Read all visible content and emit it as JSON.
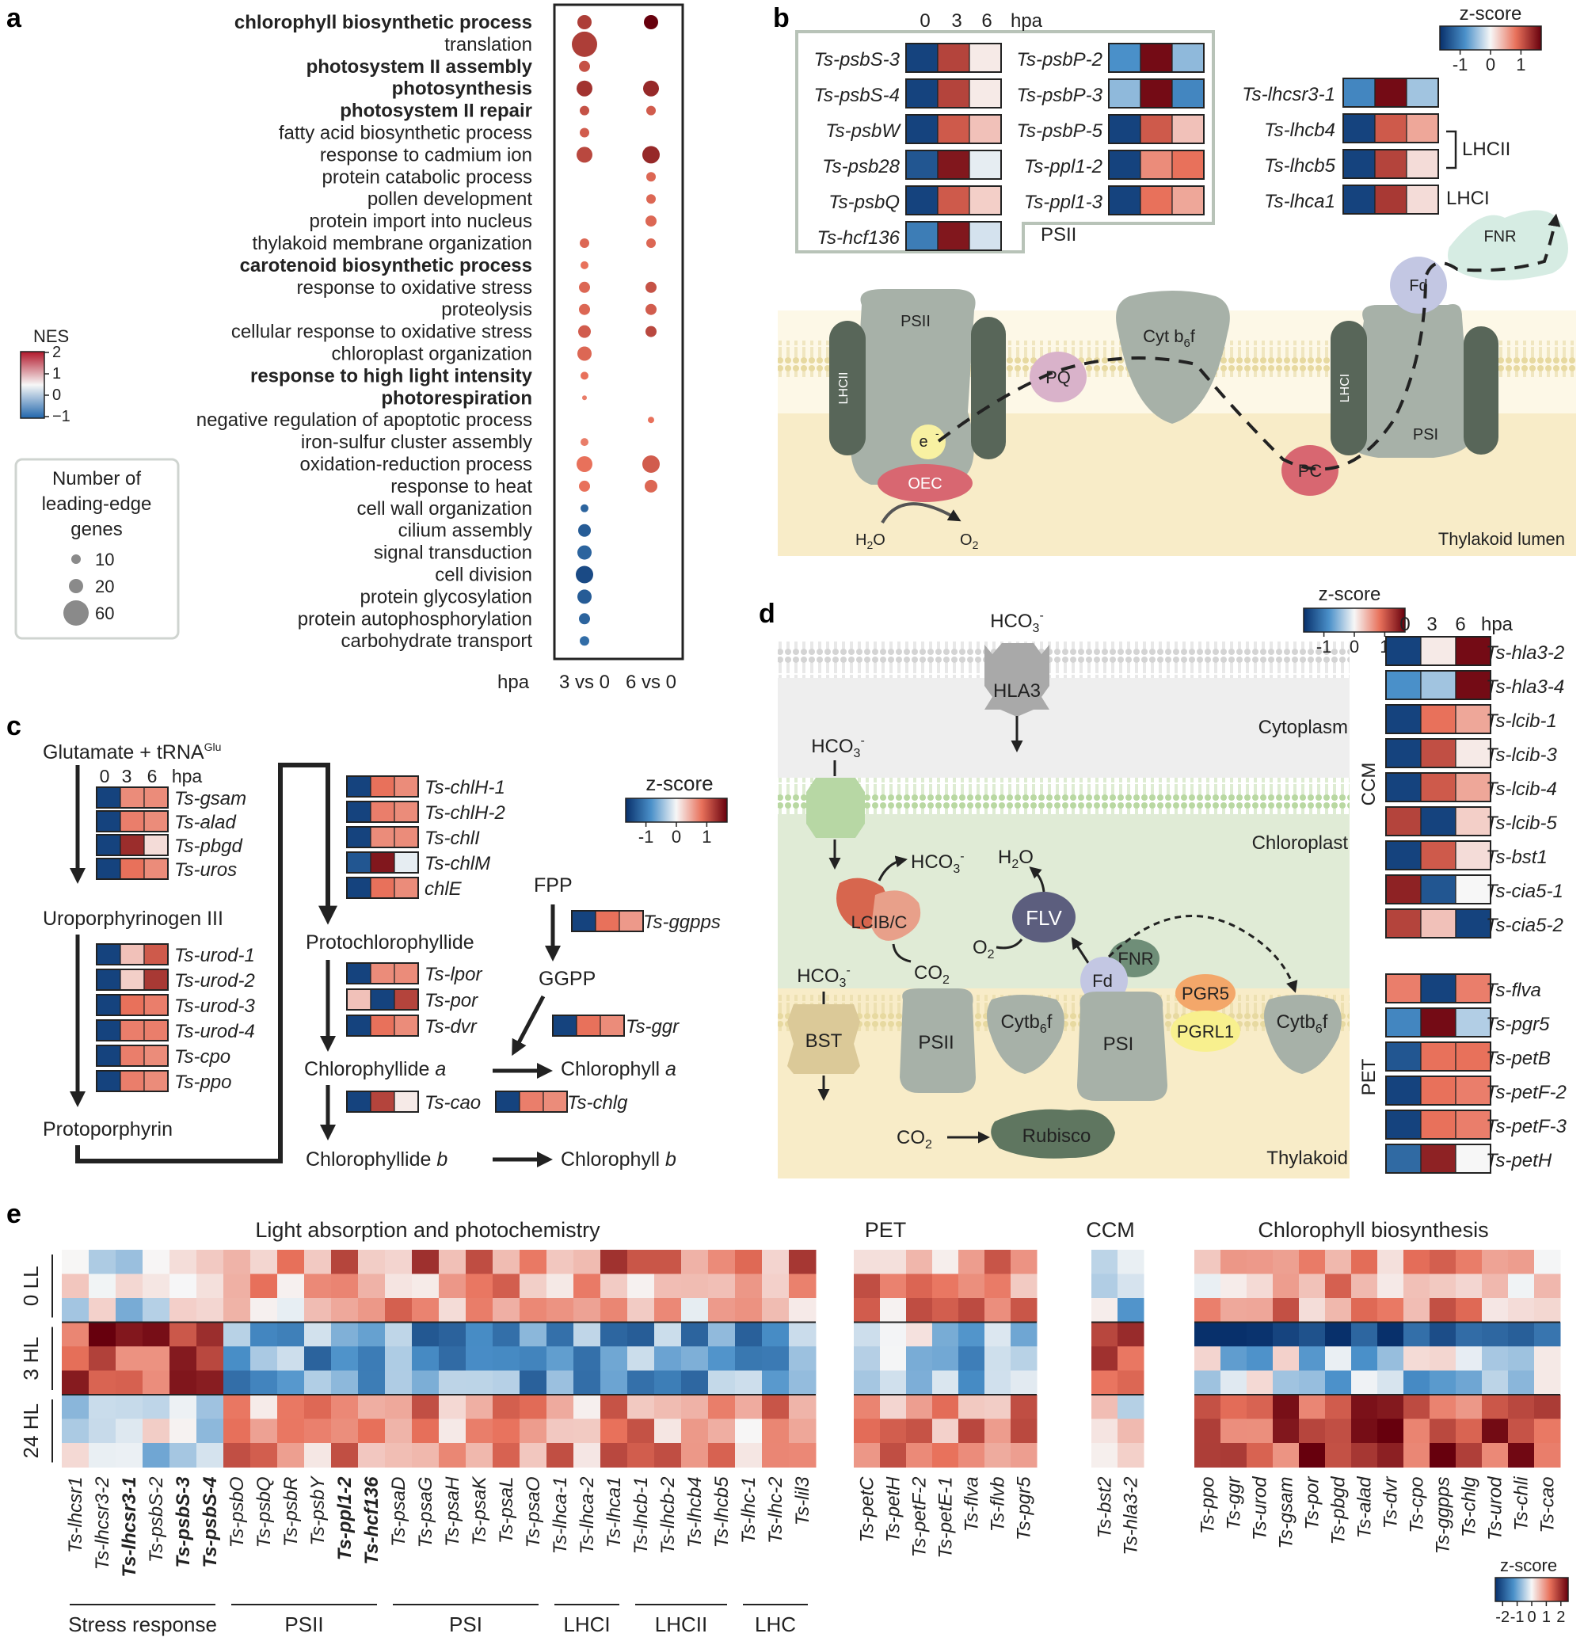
{
  "panel_a": {
    "letter": "a",
    "terms": [
      {
        "label": "chlorophyll biosynthetic process",
        "bold": true
      },
      {
        "label": "translation",
        "bold": false
      },
      {
        "label": "photosystem II assembly",
        "bold": true
      },
      {
        "label": "photosynthesis",
        "bold": true
      },
      {
        "label": "photosystem II repair",
        "bold": true
      },
      {
        "label": "fatty acid biosynthetic process",
        "bold": false
      },
      {
        "label": "response to cadmium ion",
        "bold": false
      },
      {
        "label": "protein catabolic process",
        "bold": false
      },
      {
        "label": "pollen development",
        "bold": false
      },
      {
        "label": "protein import into nucleus",
        "bold": false
      },
      {
        "label": "thylakoid membrane organization",
        "bold": false
      },
      {
        "label": "carotenoid biosynthetic process",
        "bold": true
      },
      {
        "label": "response to oxidative stress",
        "bold": false
      },
      {
        "label": "proteolysis",
        "bold": false
      },
      {
        "label": "cellular response to oxidative stress",
        "bold": false
      },
      {
        "label": "chloroplast organization",
        "bold": false
      },
      {
        "label": "response to high light intensity",
        "bold": true
      },
      {
        "label": "photorespiration",
        "bold": true
      },
      {
        "label": "negative regulation of apoptotic process",
        "bold": false
      },
      {
        "label": "iron-sulfur cluster assembly",
        "bold": false
      },
      {
        "label": "oxidation-reduction process",
        "bold": false
      },
      {
        "label": "response to heat",
        "bold": false
      },
      {
        "label": "cell wall organization",
        "bold": false
      },
      {
        "label": "cilium assembly",
        "bold": false
      },
      {
        "label": "signal transduction",
        "bold": false
      },
      {
        "label": "cell division",
        "bold": false
      },
      {
        "label": "protein glycosylation",
        "bold": false
      },
      {
        "label": "protein autophosphorylation",
        "bold": false
      },
      {
        "label": "carbohydrate transport",
        "bold": false
      }
    ],
    "x_prefix": "hpa",
    "columns": [
      "3 vs 0",
      "6 vs 0"
    ],
    "nes_title": "NES",
    "nes_ticks": [
      "2",
      "1",
      "0",
      "−1"
    ],
    "size_legend_title": [
      "Number of",
      "leading-edge",
      "genes"
    ],
    "size_legend": [
      {
        "label": "10",
        "n": 10
      },
      {
        "label": "20",
        "n": 20
      },
      {
        "label": "60",
        "n": 60
      }
    ]
  },
  "panel_b": {
    "letter": "b",
    "header": [
      "0",
      "3",
      "6",
      "hpa"
    ],
    "psii_left": [
      "Ts-psbS-3",
      "Ts-psbS-4",
      "Ts-psbW",
      "Ts-psb28",
      "Ts-psbQ",
      "Ts-hcf136"
    ],
    "psii_right": [
      "Ts-psbP-2",
      "Ts-psbP-3",
      "Ts-psbP-5",
      "Ts-ppl1-2",
      "Ts-ppl1-3"
    ],
    "psii_label": "PSII",
    "light_genes": [
      "Ts-lhcsr3-1",
      "Ts-lhcb4",
      "Ts-lhcb5",
      "Ts-lhca1"
    ],
    "lhcii_label": "LHCII",
    "lhci_label": "LHCI",
    "zscore_title": "z-score",
    "zscore_ticks": [
      "-1",
      "0",
      "1"
    ],
    "diagram": {
      "psii": "PSII",
      "lhcii": "LHCII",
      "cytb6f": "Cyt b",
      "cytb6f_sub": "6",
      "cytb6f_tail": "f",
      "pq": "PQ",
      "electron": "e",
      "oec": "OEC",
      "h2o": "H",
      "h2o_sub": "2",
      "h2o_tail": "O",
      "o2": "O",
      "o2_sub": "2",
      "pc": "PC",
      "lhci": "LHCI",
      "psi": "PSI",
      "fd": "Fd",
      "fnr": "FNR",
      "lumen": "Thylakoid lumen"
    }
  },
  "panel_c": {
    "letter": "c",
    "start": "Glutamate + tRNA",
    "start_sup": "Glu",
    "header": [
      "0",
      "3",
      "6",
      "hpa"
    ],
    "group1": [
      "Ts-gsam",
      "Ts-alad",
      "Ts-pbgd",
      "Ts-uros"
    ],
    "intermediate1": "Uroporphyrinogen III",
    "group2": [
      "Ts-urod-1",
      "Ts-urod-2",
      "Ts-urod-3",
      "Ts-urod-4",
      "Ts-cpo",
      "Ts-ppo"
    ],
    "intermediate2": "Protoporphyrin",
    "group3": [
      "Ts-chlH-1",
      "Ts-chlH-2",
      "Ts-chlI",
      "Ts-chlM",
      "chlE"
    ],
    "protochl": "Protochlorophyllide",
    "group4": [
      "Ts-lpor",
      "Ts-por",
      "Ts-dvr"
    ],
    "chlide_a": "Chlorophyllide",
    "chlide_a_suffix": "a",
    "chl_a": "Chlorophyll",
    "chl_a_suffix": "a",
    "cao": "Ts-cao",
    "chlg": "Ts-chlg",
    "chlide_b": "Chlorophyllide",
    "chlide_b_suffix": "b",
    "chl_b": "Chlorophyll",
    "chl_b_suffix": "b",
    "fpp": "FPP",
    "ggpps": "Ts-ggpps",
    "ggpp": "GGPP",
    "ggr": "Ts-ggr",
    "zscore_title": "z-score",
    "zscore_ticks": [
      "-1",
      "0",
      "1"
    ]
  },
  "panel_d": {
    "letter": "d",
    "header": [
      "0",
      "3",
      "6",
      "hpa"
    ],
    "ccm_genes": [
      "Ts-hla3-2",
      "Ts-hla3-4",
      "Ts-lcib-1",
      "Ts-lcib-3",
      "Ts-lcib-4",
      "Ts-lcib-5",
      "Ts-bst1",
      "Ts-cia5-1",
      "Ts-cia5-2"
    ],
    "pet_genes": [
      "Ts-flva",
      "Ts-pgr5",
      "Ts-petB",
      "Ts-petF-2",
      "Ts-petF-3",
      "Ts-petH"
    ],
    "ccm_label": "CCM",
    "pet_label": "PET",
    "zscore_title": "z-score",
    "zscore_ticks": [
      "-1",
      "0",
      "1"
    ],
    "diagram": {
      "hco3": "HCO",
      "hco3_sub": "3",
      "hco3_sup": "-",
      "hla3": "HLA3",
      "cytoplasm": "Cytoplasm",
      "chloroplast": "Chloroplast",
      "lcib": "LCIB/C",
      "co2": "CO",
      "co2_sub": "2",
      "h2o": "H",
      "h2o_sub": "2",
      "h2o_tail": "O",
      "flv": "FLV",
      "o2": "O",
      "o2_sub": "2",
      "fnr": "FNR",
      "fd": "Fd",
      "pgr5": "PGR5",
      "pgrl1": "PGRL1",
      "bst": "BST",
      "psii": "PSII",
      "cytb6f": "Cytb",
      "cytb6f_sub": "6",
      "cytb6f_tail": "f",
      "psi": "PSI",
      "rubisco": "Rubisco",
      "thylakoid": "Thylakoid"
    }
  },
  "panel_e": {
    "letter": "e",
    "titles": [
      "Light absorption and photochemistry",
      "PET",
      "CCM",
      "Chlorophyll biosynthesis"
    ],
    "rows": [
      "0 LL",
      "3 HL",
      "24 HL"
    ],
    "genes_light": [
      {
        "label": "Ts-lhcsr1",
        "bold": false
      },
      {
        "label": "Ts-lhcsr3-2",
        "bold": false
      },
      {
        "label": "Ts-lhcsr3-1",
        "bold": true
      },
      {
        "label": "Ts-psbS-2",
        "bold": false
      },
      {
        "label": "Ts-psbS-3",
        "bold": true
      },
      {
        "label": "Ts-psbS-4",
        "bold": true
      },
      {
        "label": "Ts-psbO",
        "bold": false
      },
      {
        "label": "Ts-psbQ",
        "bold": false
      },
      {
        "label": "Ts-psbR",
        "bold": false
      },
      {
        "label": "Ts-psbY",
        "bold": false
      },
      {
        "label": "Ts-ppl1-2",
        "bold": true
      },
      {
        "label": "Ts-hcf136",
        "bold": true
      },
      {
        "label": "Ts-psaD",
        "bold": false
      },
      {
        "label": "Ts-psaG",
        "bold": false
      },
      {
        "label": "Ts-psaH",
        "bold": false
      },
      {
        "label": "Ts-psaK",
        "bold": false
      },
      {
        "label": "Ts-psaL",
        "bold": false
      },
      {
        "label": "Ts-psaO",
        "bold": false
      },
      {
        "label": "Ts-lhca-1",
        "bold": false
      },
      {
        "label": "Ts-lhca-2",
        "bold": false
      },
      {
        "label": "Ts-lhca1",
        "bold": false
      },
      {
        "label": "Ts-lhcb-1",
        "bold": false
      },
      {
        "label": "Ts-lhcb-2",
        "bold": false
      },
      {
        "label": "Ts-lhcb4",
        "bold": false
      },
      {
        "label": "Ts-lhcb5",
        "bold": false
      },
      {
        "label": "Ts-lhc-1",
        "bold": false
      },
      {
        "label": "Ts-lhc-2",
        "bold": false
      },
      {
        "label": "Ts-lil3",
        "bold": false
      }
    ],
    "genes_pet": [
      "Ts-petC",
      "Ts-petH",
      "Ts-petF-2",
      "Ts-petE-1",
      "Ts-flva",
      "Ts-flvb",
      "Ts-pgr5"
    ],
    "genes_ccm": [
      "Ts-bst2",
      "Ts-hla3-2"
    ],
    "genes_chl": [
      "Ts-ppo",
      "Ts-ggr",
      "Ts-urod",
      "Ts-gsam",
      "Ts-por",
      "Ts-pbgd",
      "Ts-alad",
      "Ts-dvr",
      "Ts-cpo",
      "Ts-ggpps",
      "Ts-chlg",
      "Ts-urod",
      "Ts-chli",
      "Ts-cao"
    ],
    "groups": [
      "Stress response",
      "PSII",
      "PSI",
      "LHCI",
      "LHCII",
      "LHC"
    ],
    "zscore_title": "z-score",
    "zscore_ticks": [
      "-2",
      "-1",
      "0",
      "1",
      "2"
    ]
  }
}
